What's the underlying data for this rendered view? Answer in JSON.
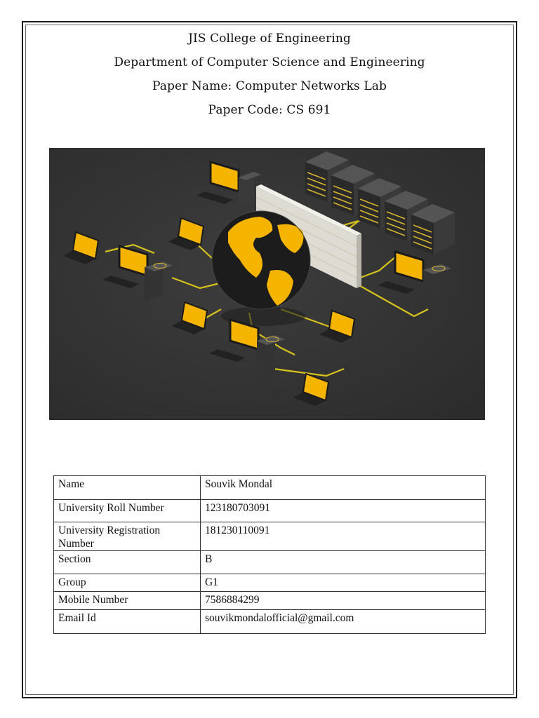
{
  "header": {
    "college": "JIS College of Engineering",
    "department": "Department of Computer Science and Engineering",
    "paper_name": "Paper Name: Computer Networks Lab",
    "paper_code": "Paper Code: CS 691"
  },
  "cover_image": {
    "description": "3D network illustration: globe connected by yellow cables to laptops, desktop computers, a firewall wall and a row of servers",
    "colors": {
      "background": "#333333",
      "accent": "#f5b400",
      "cable": "#e8d21a"
    }
  },
  "student_info": {
    "rows": [
      {
        "label": "Name",
        "value": "Souvik Mondal"
      },
      {
        "label": "University Roll Number",
        "value": "123180703091"
      },
      {
        "label": "University Registration Number",
        "value": "181230110091"
      },
      {
        "label": "Section",
        "value": "B"
      },
      {
        "label": "Group",
        "value": "G1"
      },
      {
        "label": "Mobile Number",
        "value": "7586884299"
      },
      {
        "label": "Email Id",
        "value": "souvikmondalofficial@gmail.com"
      }
    ]
  }
}
